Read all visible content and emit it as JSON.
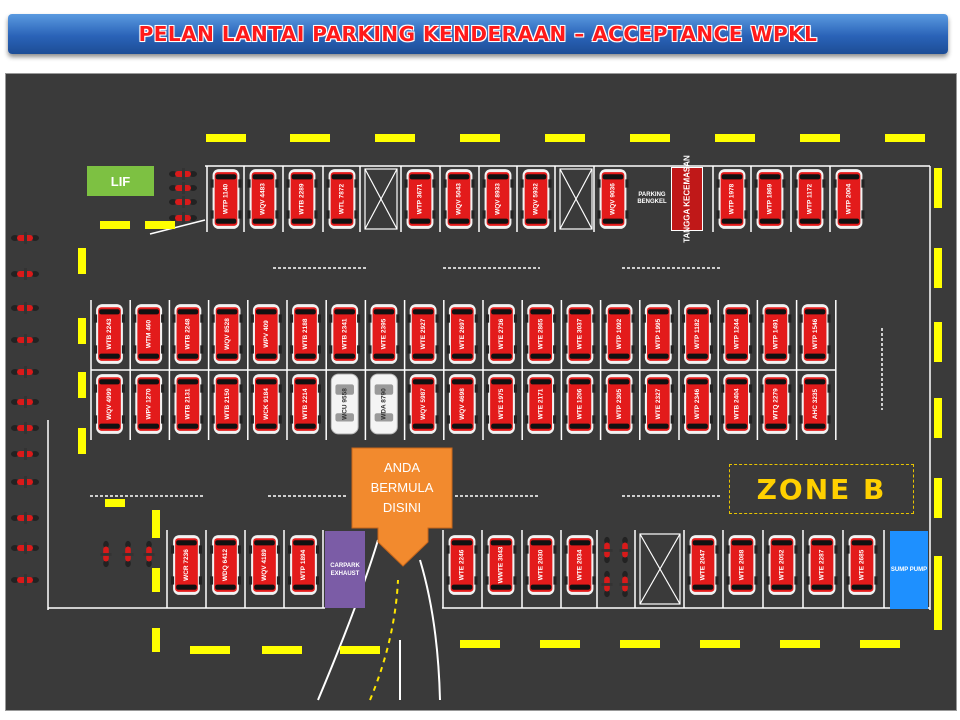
{
  "title": "PELAN  LANTAI PARKING KENDERAAN – ACCEPTANCE  WPKL",
  "colors": {
    "floor": "#3a3a3a",
    "car_red": "#e31b1b",
    "zone_boundary": "#ffff00",
    "title_bg": "#2a63b8",
    "title_text": "#ff1a1a",
    "lif": "#7dc142",
    "exhaust": "#7b5ca6",
    "sump": "#1e90ff",
    "arrow": "#f28a2e"
  },
  "labels": {
    "lif": "LIF",
    "parking_bengkel": "PARKING BENGKEL",
    "tangga": "TANGGA KECEMASAN",
    "carpark_exhaust": "CARPARK EXHAUST",
    "sump_pump": "SUMP PUMP",
    "zone": "ZONE  B",
    "start": "ANDA BERMULA DISINI"
  },
  "rows": {
    "top": [
      "WTP 1140",
      "WQV 4483",
      "WTB 2289",
      "WTL 7872",
      "",
      "WTP 3671",
      "WQV 5043",
      "WQV 8933",
      "WQV 5932",
      "",
      "WQV 9036",
      "WTP 1978",
      "WTP 1869",
      "WTP 1172",
      "WTP 2004"
    ],
    "mid_upper": [
      "WTB 2243",
      "WTM 460",
      "WTB 2248",
      "WQV 8528",
      "WPV 409",
      "WTB 2188",
      "WTB 2341",
      "WTE 2395",
      "WTE 2927",
      "WTE 2697",
      "WTE 2736",
      "WTE 2865",
      "WTE 3037",
      "WTP 1092",
      "WTP 1995",
      "WTP 1182",
      "WTP 1244",
      "WTP 1491",
      "WTP 1546"
    ],
    "mid_lower": [
      "WQV 4999",
      "WPV 1270",
      "WTB 2131",
      "WTB 2150",
      "WCK 9184",
      "WTB 2214",
      "WCU 9558",
      "WDA 8790",
      "WQV 5987",
      "WQV 4698",
      "WTE 1975",
      "WTE 2171",
      "WTE 1206",
      "WTP 2305",
      "WTE 2327",
      "WTP 2346",
      "WTB 2404",
      "WTQ 2279",
      "AHC 3235"
    ],
    "bottom_left": [
      "WCR 7236",
      "WDQ 6412",
      "WQV 4189",
      "WTP 1894"
    ],
    "bottom_right": [
      "WTE 2246",
      "WWTE 3043",
      "WTE 2030",
      "WTE 2034",
      "",
      "WTE 2047",
      "WTE 2088",
      "WTE 2052",
      "WTE 2287",
      "WTE 2685"
    ]
  },
  "icons": {
    "car_red": "car-top-view-icon",
    "car_white": "white-car-top-view-icon",
    "motorcycle": "motorcycle-icon",
    "empty_bay": "empty-bay-cross-icon",
    "arrow": "down-arrow-icon"
  }
}
